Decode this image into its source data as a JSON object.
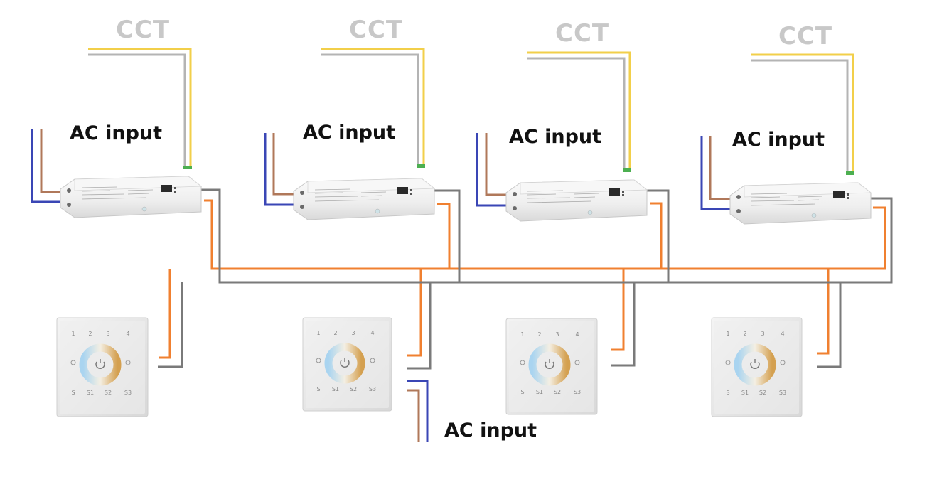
{
  "labels": {
    "cct": [
      "CCT",
      "CCT",
      "CCT",
      "CCT"
    ],
    "ac_input": [
      "AC input",
      "AC input",
      "AC input",
      "AC input",
      "AC input"
    ]
  },
  "colors": {
    "bus_orange": "#f08030",
    "bus_gray": "#7a7a7a",
    "ac_blue": "#3a46b5",
    "ac_brown": "#b0785a",
    "cct_yellow": "#f2cf4a",
    "cct_gray": "#b4b4b4",
    "cct_white": "#ffffff",
    "cct_label": "#c8c8c8",
    "ac_label": "#111111"
  },
  "icons": {
    "driver": "dali-dt8-cct-driver",
    "panel": "touch-wall-panel-cct",
    "panel_buttons_top": [
      "1",
      "2",
      "3",
      "4"
    ],
    "panel_buttons_bottom": [
      "S",
      "S1",
      "S2",
      "S3"
    ]
  }
}
